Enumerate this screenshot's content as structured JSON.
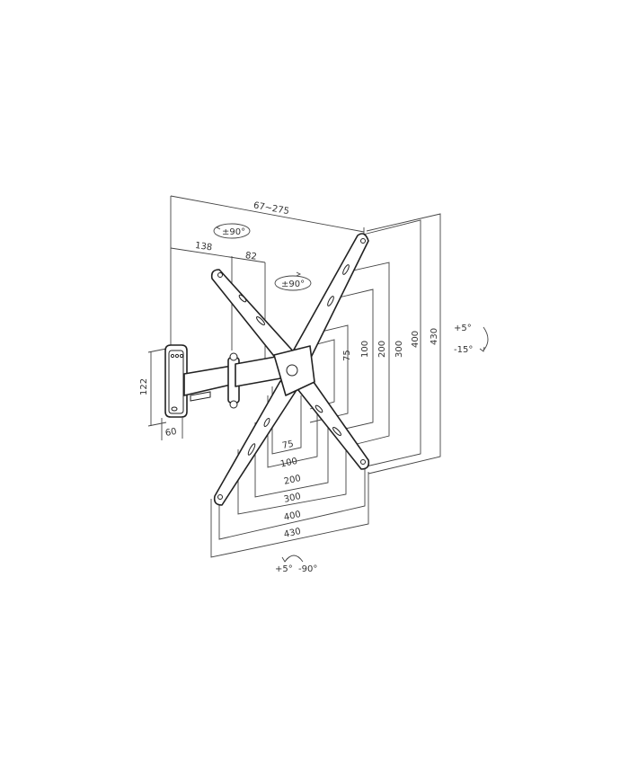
{
  "dimensions": {
    "total_depth": "67~275",
    "arm_length_1": "138",
    "arm_length_2": "82",
    "wall_plate_height": "122",
    "wall_plate_width": "60",
    "vesa_vertical": [
      "75",
      "100",
      "200",
      "300",
      "400",
      "430"
    ],
    "vesa_horizontal": [
      "75",
      "100",
      "200",
      "300",
      "400",
      "430"
    ]
  },
  "rotations": {
    "swivel_1": "±90°",
    "swivel_2": "±90°",
    "tilt_up": "+5°",
    "tilt_down": "-15°",
    "rotate_plus": "+5°",
    "rotate_minus": "-90°"
  }
}
